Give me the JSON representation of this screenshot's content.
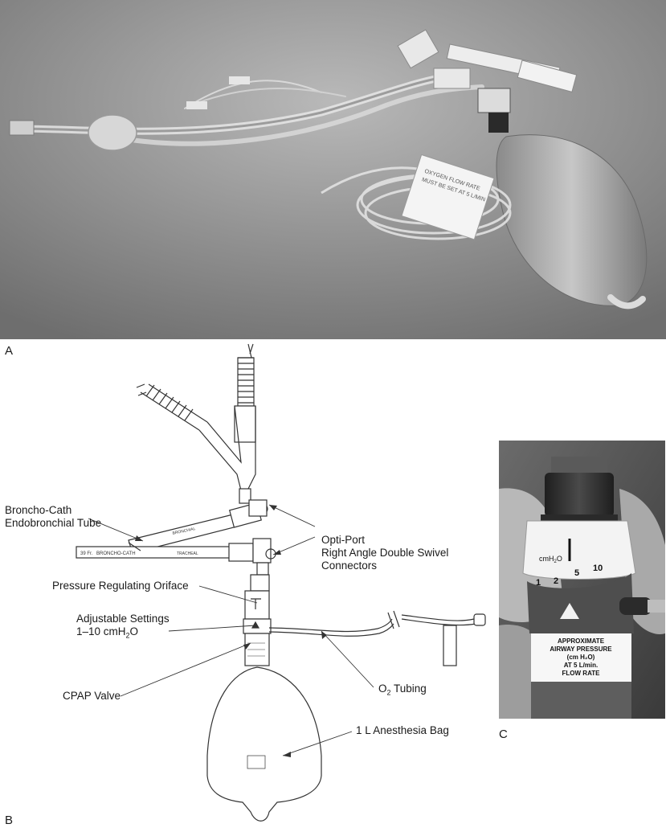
{
  "panels": {
    "a": {
      "label": "A"
    },
    "b": {
      "label": "B"
    },
    "c": {
      "label": "C"
    }
  },
  "photo_a": {
    "package_text_1": "OXYGEN FLOW RATE",
    "package_text_2": "MUST BE SET AT 5 L/MIN"
  },
  "diagram": {
    "callouts": {
      "broncho_cath_1": "Broncho-Cath",
      "broncho_cath_2": "Endobronchial Tube",
      "opti_port_1": "Opti-Port",
      "opti_port_2": "Right Angle Double Swivel",
      "opti_port_3": "Connectors",
      "pressure_orifice": "Pressure Regulating Oriface",
      "adjustable_1": "Adjustable Settings",
      "adjustable_2": "1–10 cmH",
      "adjustable_2_sub": "2",
      "adjustable_2_end": "O",
      "cpap_valve": "CPAP Valve",
      "o2_tubing_pre": "O",
      "o2_tubing_sub": "2",
      "o2_tubing_post": " Tubing",
      "anesthesia_bag": "1 L Anesthesia Bag"
    },
    "tube_marks": {
      "size": "39 Fr.",
      "brand": "BRONCHO-CATH",
      "bronchial": "BRONCHIAL",
      "tracheal": "TRACHEAL"
    }
  },
  "photo_c": {
    "unit_pre": "cmH",
    "unit_sub": "2",
    "unit_post": "O",
    "scale": [
      "1",
      "2",
      "5",
      "10"
    ],
    "label_lines": [
      "APPROXIMATE",
      "AIRWAY PRESSURE",
      "(cm H₂O)",
      "AT 5 L/min.",
      "FLOW RATE"
    ]
  }
}
